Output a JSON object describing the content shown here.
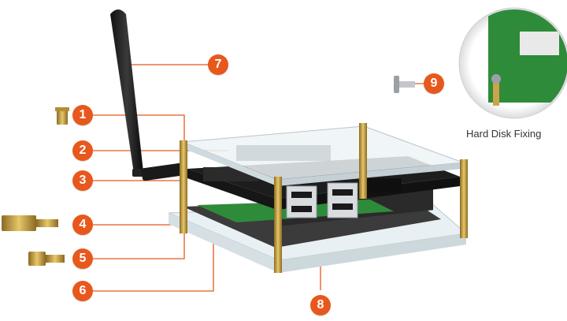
{
  "colors": {
    "callout": "#e8581c",
    "acrylic": "#e9f0f3",
    "brass": "#c9a44a",
    "pcb_black": "#1d1d1d",
    "hdd_green": "#2e8b3a"
  },
  "callouts": [
    "1",
    "2",
    "3",
    "4",
    "5",
    "6",
    "7",
    "8",
    "9"
  ],
  "inset": {
    "caption": "Hard Disk Fixing"
  },
  "icons": [
    "antenna-icon",
    "standoff-icon",
    "screw-icon",
    "usb-port-icon",
    "hard-disk-icon"
  ]
}
